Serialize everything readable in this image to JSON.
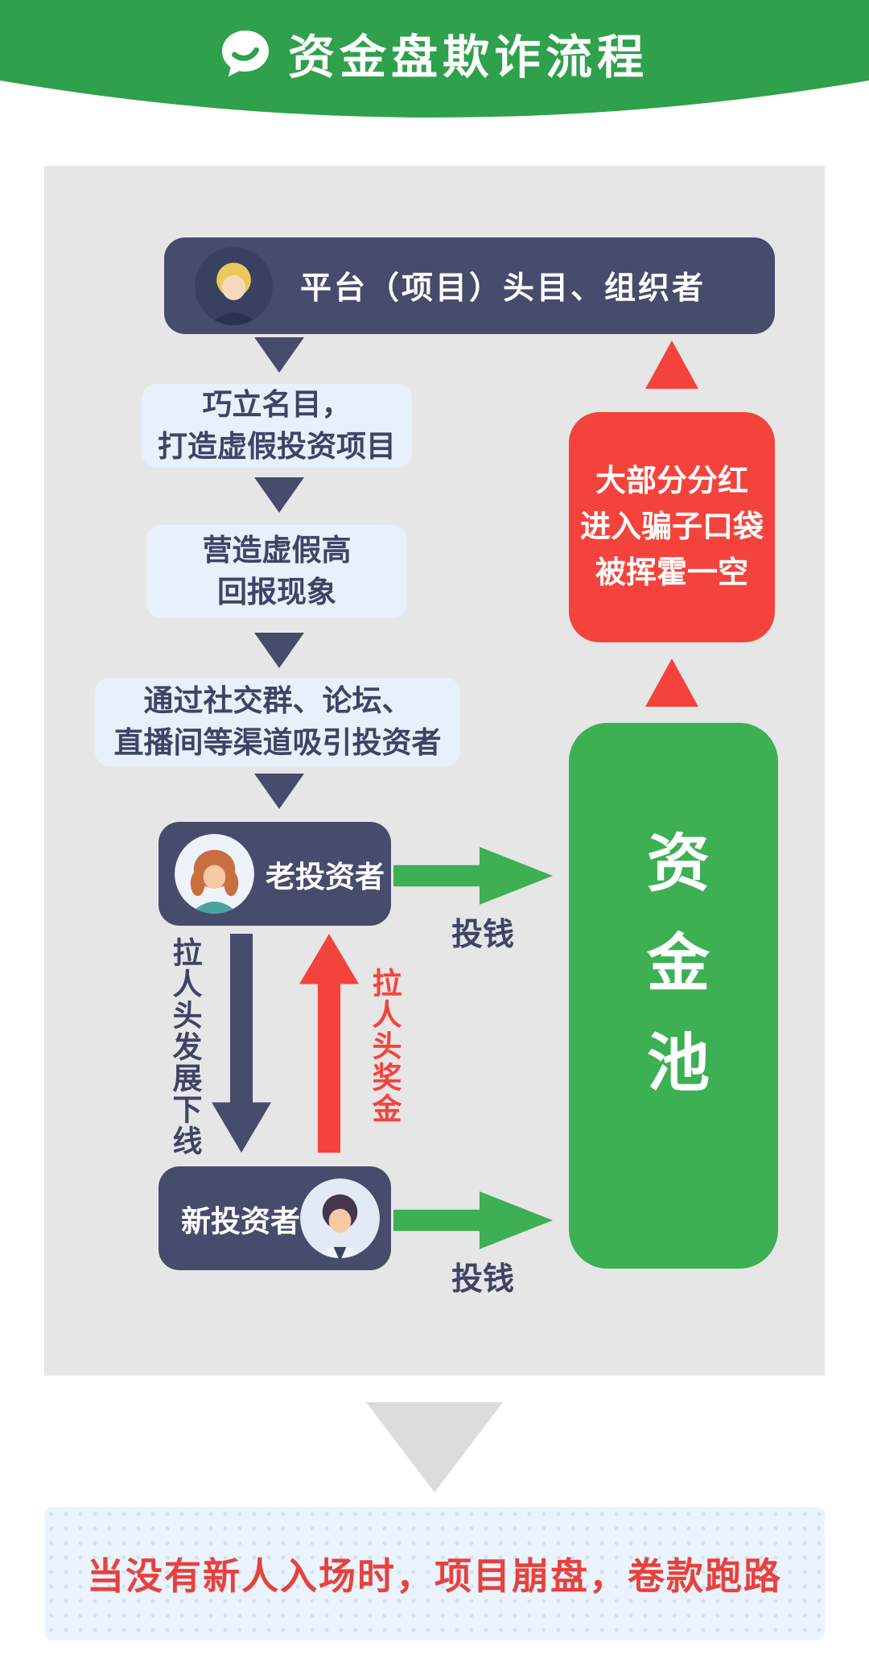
{
  "palette": {
    "header_green": "#2fa04c",
    "panel_gray": "#e6e6e6",
    "navy": "#474b6c",
    "light_blue": "#e8f0fc",
    "green": "#3cb053",
    "red": "#f4433c",
    "footer_bg": "#ebf3fe",
    "warning_red": "#e8413c"
  },
  "header": {
    "icon": "speech-bubble-icon",
    "title": "资金盘欺诈流程"
  },
  "flowchart": {
    "organizer": {
      "label": "平台（项目）头目、组织者"
    },
    "steps": [
      {
        "label": "巧立名目，\n打造虚假投资项目"
      },
      {
        "label": "营造虚假高\n回报现象"
      },
      {
        "label": "通过社交群、论坛、\n直播间等渠道吸引投资者"
      }
    ],
    "old_investor": {
      "label": "老投资者"
    },
    "new_investor": {
      "label": "新投资者"
    },
    "edges": {
      "invest_old": "投钱",
      "invest_new": "投钱",
      "recruit": "拉人头发展下线",
      "bonus": "拉人头奖金"
    },
    "pool": {
      "label": "资金池"
    },
    "dividend": {
      "label": "大部分分红\n进入骗子口袋\n被挥霍一空"
    }
  },
  "footer": {
    "warning": "当没有新人入场时，项目崩盘，卷款跑路"
  }
}
